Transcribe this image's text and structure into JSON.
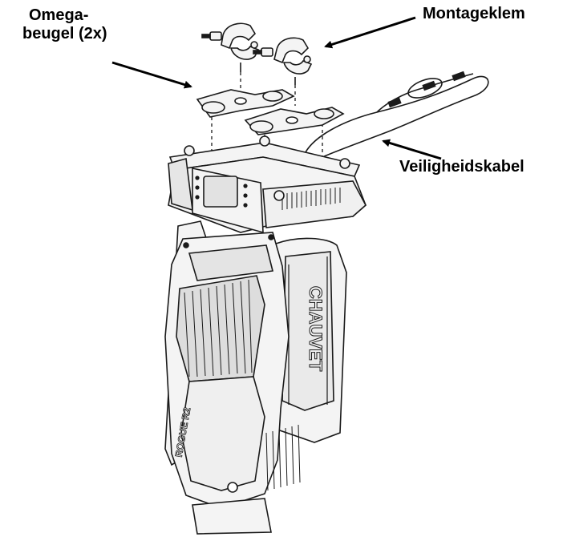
{
  "labels": {
    "omega_line1": "Omega-",
    "omega_line2": "beugel (2x)",
    "clamp": "Montageklem",
    "cable": "Veiligheidskabel"
  },
  "fixture": {
    "brand_text": "CHAUVET",
    "model_text": "ROGUE R2"
  },
  "colors": {
    "line": "#1a1a1a",
    "panel": "#f4f4f4",
    "shade": "#cfcfcf",
    "dark": "#444444"
  }
}
